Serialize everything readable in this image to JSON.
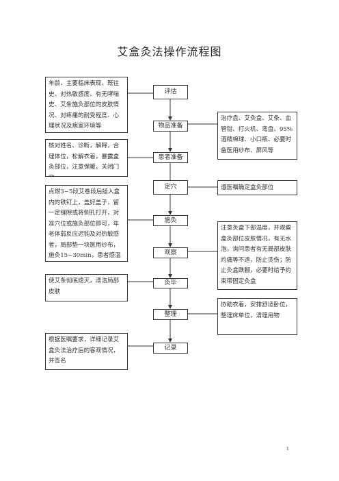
{
  "title": "艾盒灸法操作流程图",
  "steps": [
    "评估",
    "物品准备",
    "患者准备",
    "定穴",
    "施灸",
    "观察",
    "灸毕",
    "整理",
    "记录"
  ],
  "notes": {
    "assessment": "年龄、主要临床表现、既往史、对热敏感度、有无哮喘史、艾条施灸部位的皮肤情况、对疼痛的耐受程度、心理状况及病室环境等",
    "supplies": "治疗盘、艾灸盒、艾条、血管钳、打火机、弯盘、95%酒精棉球、小口瓶、必要时备医用纱布、屏风等",
    "patient_prep": "核对姓名、诊断，解释，合理体位，松解衣着，暴露盒灸部位，注意保暖，关闭门窗",
    "acupoint": "遵医嘱确定盒灸部位",
    "moxibustion": "点燃3~5段艾卷段后插入盒内的铁钉上，盖好盖子，留一定缝隙或将侧孔打开，对准穴位或施灸部位即可，年老体弱反应迟钝及对热敏感者，局部垫一块医用纱布，施灸15~30min，患者感温热舒适，皮肤略微潮红为宜",
    "observation": "注意灸盒下部温度，并观察盒灸部位皮肤情况，有无水泡，询问患者有无局部皮肤灼痛等不适，防止烫伤；防止灸盒跌翻，必要时给予约束带固定灸盒",
    "finish": "使艾条彻底熄灭，清洁局部皮肤",
    "tidy": "协助衣着，安排舒适卧位，整理床单位，清理用物",
    "record": "根据医嘱要求，详细记录艾盒灸法治疗后的客观情况，并签名"
  },
  "page_number": "1"
}
